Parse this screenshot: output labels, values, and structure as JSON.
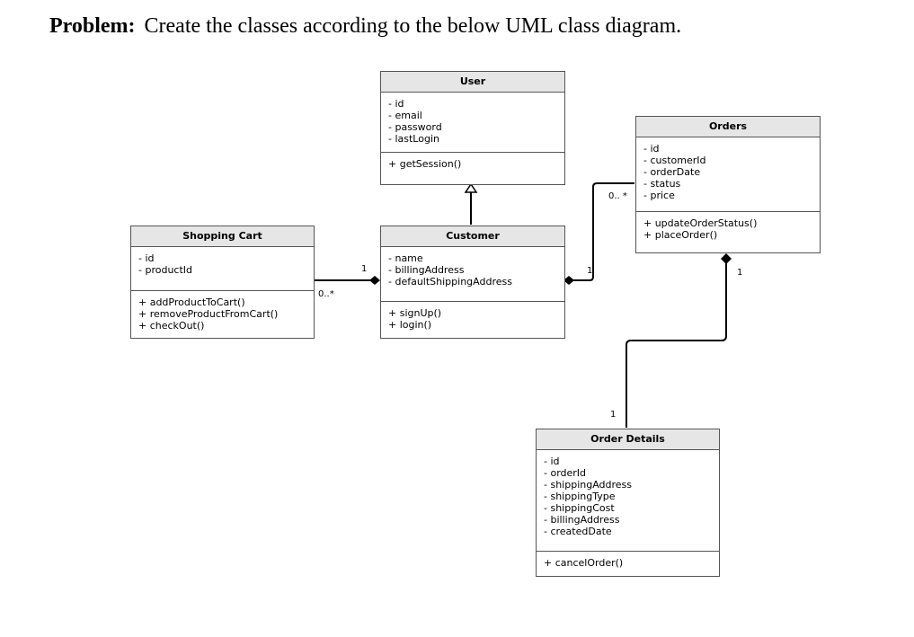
{
  "problem": {
    "label": "Problem:",
    "text": "Create the classes according to the below UML class diagram."
  },
  "classes": {
    "user": {
      "name": "User",
      "attributes": [
        "- id",
        "- email",
        "- password",
        "- lastLogin"
      ],
      "methods": [
        "+ getSession()"
      ]
    },
    "orders": {
      "name": "Orders",
      "attributes": [
        "- id",
        "- customerId",
        "- orderDate",
        "- status",
        "- price"
      ],
      "methods": [
        "+ updateOrderStatus()",
        "+ placeOrder()"
      ]
    },
    "shopping_cart": {
      "name": "Shopping Cart",
      "attributes": [
        "- id",
        "- productId"
      ],
      "methods": [
        "+ addProductToCart()",
        "+ removeProductFromCart()",
        "+ checkOut()"
      ]
    },
    "customer": {
      "name": "Customer",
      "attributes": [
        "- name",
        "- billingAddress",
        "- defaultShippingAddress"
      ],
      "methods": [
        "+ signUp()",
        "+ login()"
      ]
    },
    "order_details": {
      "name": "Order Details",
      "attributes": [
        "- id",
        "- orderId",
        "- shippingAddress",
        "- shippingType",
        "- shippingCost",
        "- billingAddress",
        "- createdDate"
      ],
      "methods": [
        "+ cancelOrder()"
      ]
    }
  },
  "multiplicities": {
    "customer_cart_one": "1",
    "customer_cart_many": "0..*",
    "customer_orders_one": "1",
    "customer_orders_many": "0.. *",
    "orders_details_orders": "1",
    "orders_details_details": "1"
  }
}
